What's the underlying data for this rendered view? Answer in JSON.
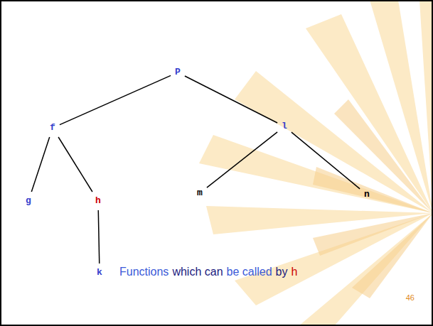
{
  "diagram": {
    "nodes": [
      {
        "text": [
          "P"
        ]
      },
      {
        "text": [
          "f"
        ]
      },
      {
        "text": [
          "l"
        ]
      },
      {
        "text": [
          "g"
        ]
      },
      {
        "text": [
          "h"
        ]
      },
      {
        "text": [
          "m"
        ]
      },
      {
        "text": [
          "n"
        ]
      },
      {
        "text": [
          "k"
        ]
      }
    ],
    "edges": [
      {
        "from": 0,
        "to": 1,
        "arrow": "none"
      },
      {
        "from": 0,
        "to": 2,
        "arrow": "none"
      },
      {
        "from": 1,
        "to": 3,
        "arrow": "none"
      },
      {
        "from": 1,
        "to": 4,
        "arrow": "none"
      },
      {
        "from": 4,
        "to": 7,
        "arrow": "none"
      },
      {
        "from": 2,
        "to": 5,
        "arrow": "none"
      },
      {
        "from": 2,
        "to": 6,
        "arrow": "none"
      }
    ],
    "labels": [
      "Functions",
      "which can",
      "be called",
      "by",
      "h",
      "46"
    ]
  }
}
